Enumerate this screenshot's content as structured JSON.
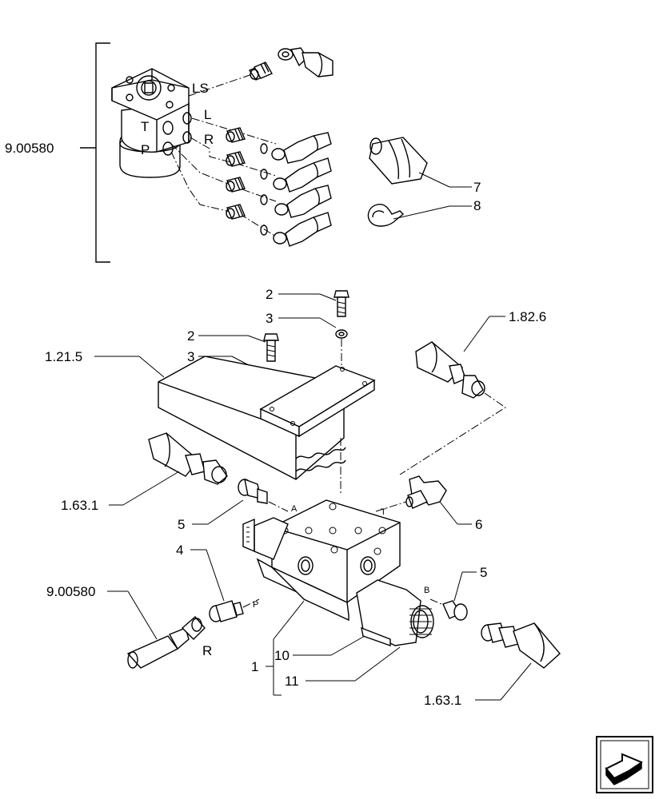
{
  "callouts": {
    "ref_steering_top": "9.00580",
    "port_ls": "LS",
    "port_l": "L",
    "port_t": "T",
    "port_r": "R",
    "port_p": "P",
    "item_7": "7",
    "item_8": "8",
    "item_2a": "2",
    "item_3a": "3",
    "item_2b": "2",
    "item_3b": "3",
    "ref_1215": "1.21.5",
    "ref_1826": "1.82.6",
    "ref_1631_left": "1.63.1",
    "item_5_left": "5",
    "port_a_small": "A",
    "port_t_small": "T",
    "item_6": "6",
    "item_4": "4",
    "port_p_small": "P",
    "ref_steering_bottom": "9.00580",
    "hose_r": "R",
    "port_b_small": "B",
    "item_5_right": "5",
    "item_10": "10",
    "item_1": "1",
    "item_11": "11",
    "ref_1631_right": "1.63.1"
  },
  "nav": {
    "icon": "next-page-arrow-icon"
  }
}
